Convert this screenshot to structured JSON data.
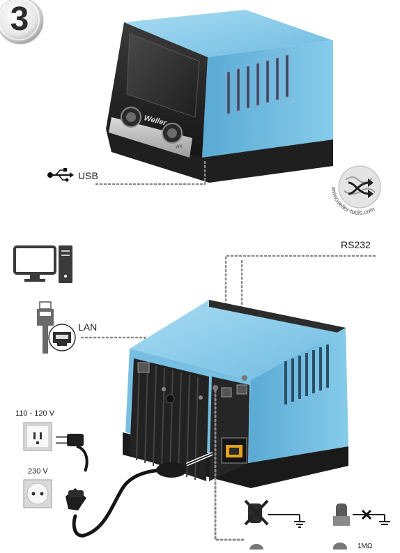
{
  "step_number": "3",
  "labels": {
    "usb": "USB",
    "lan": "LAN",
    "rs232": "RS232",
    "voltage_110_120": "110 - 120 V",
    "voltage_230": "230 V",
    "resistance_1mo": "1MΩ"
  },
  "logo": {
    "ring_text": "www.weller-tools.com",
    "brand_on_front": "Weller",
    "model_on_front": "WX"
  },
  "colors": {
    "housing_blue": "#7cc4e6",
    "housing_blue_dark": "#4f9cc4",
    "base_black": "#1e1e1e",
    "connector_dots": "#8a8a8a"
  },
  "icons": [
    "step-badge-icon",
    "usb-icon",
    "computer-icon",
    "network-cable-icon",
    "ethernet-port-icon",
    "logo-globe-icon",
    "wall-socket-110v-icon",
    "us-plug-icon",
    "wall-socket-230v-icon",
    "schuko-plug-icon",
    "no-esd-ground-icon",
    "ground-cross-icon"
  ]
}
